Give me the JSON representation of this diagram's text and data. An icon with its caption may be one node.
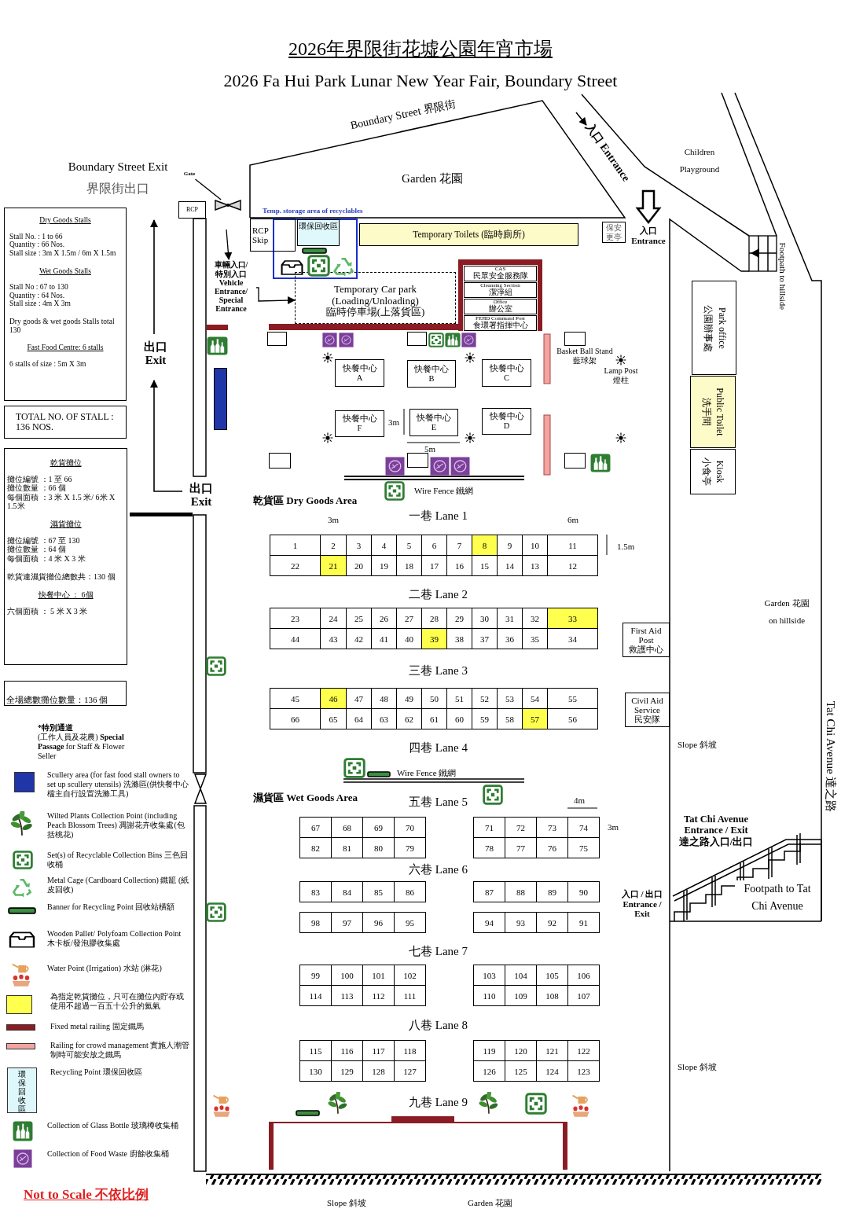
{
  "diagram": {
    "title": "2026年界限街花墟公園年宵市場",
    "nodes": [
      {
        "text": [
          "Dry Goods Stalls",
          "Stall No. : 1 to 66",
          "Quantity : 66 Nos.",
          "Stall size : 3m X 1.5m / 6m X 1.5m",
          "Wet Goods Stalls",
          "Stall No : 67 to 130",
          "Quantity : 64 Nos.",
          "Stall size : 4m X 3m",
          "Dry goods & wet goods Stalls total 130",
          "Fast Food Centre: 6 stalls",
          "6 stalls of size : 5m X 3m"
        ]
      },
      {
        "text": [
          "TOTAL NO. OF STALL : 136 NOS."
        ]
      },
      {
        "text": [
          "乾貨攤位",
          "攤位編號 ：1 至 66",
          "攤位數量 ：66 個",
          "每個面積 ：3 米 X 1.5 米/ 6米 X 1.5米",
          "濕貨攤位",
          "攤位編號 ：67 至 130",
          "攤位數量 ：64 個",
          "每個面積 ：4 米 X 3 米",
          "乾貨連濕貨攤位總數共：130 個",
          "快餐中心 ： 6個",
          "六個面積 ： 5 米 X 3 米"
        ]
      },
      {
        "text": [
          "全場總數攤位數量：136 個"
        ]
      },
      {
        "text": [
          "Gate"
        ]
      },
      {
        "text": [],
        "shape": "picture"
      },
      {
        "text": [
          "RCP"
        ]
      },
      {
        "text": [
          "RCP Skip"
        ]
      },
      {
        "text": [
          "環保回收區"
        ]
      },
      {
        "text": [
          "Temporary Toilets (臨時廁所)"
        ]
      },
      {
        "text": [
          "保安更亭"
        ]
      },
      {
        "text": [
          "Temporary Car park (Loading/Unloading) 臨時停車場(上落貨區)"
        ]
      },
      {
        "text": [
          "CAS",
          "民眾安全服務隊"
        ]
      },
      {
        "text": [
          "Cleansing Section",
          "潔淨組"
        ]
      },
      {
        "text": [
          "Office",
          "辦公室"
        ]
      },
      {
        "text": [
          "FEHD Command Post",
          "食環署指揮中心"
        ]
      },
      {
        "text": [
          "快餐中心",
          "A"
        ]
      },
      {
        "text": [
          "快餐中心",
          "B"
        ]
      },
      {
        "text": [
          "快餐中心",
          "C"
        ]
      },
      {
        "text": [
          "快餐中心",
          "F"
        ]
      },
      {
        "text": [
          "快餐中心",
          "E"
        ]
      },
      {
        "text": [
          "快餐中心",
          "D"
        ]
      },
      {
        "text": [
          "Park office",
          "公園辦事處"
        ]
      },
      {
        "text": [
          "Public Toilet",
          "洗手間"
        ]
      },
      {
        "text": [
          "Kiosk",
          "小食亭"
        ]
      },
      {
        "text": [
          "First Aid Post 救護中心"
        ]
      },
      {
        "text": [
          "Civil Aid Service 民安隊"
        ]
      },
      {
        "text": [],
        "shape": "box"
      },
      {
        "text": [],
        "shape": "box"
      },
      {
        "text": [],
        "shape": "box",
        "beside": [
          "Basket Ball Stand 藍球架"
        ]
      },
      {
        "text": [],
        "shape": "box"
      },
      {
        "text": [],
        "shape": "box"
      },
      {
        "text": [],
        "shape": "box"
      },
      {
        "text": [
          "車輛入口/特別入口 Vehicle Entrance/ Special Entrance"
        ]
      },
      {
        "text": [],
        "shape": "box"
      }
    ],
    "edges": [
      {
        "from": 4,
        "to": 5,
        "arrow": "none"
      },
      {
        "from": 33,
        "to": 11,
        "arrow": "to"
      },
      {
        "from": null,
        "to": 33,
        "arrow": "to"
      }
    ],
    "labels": [
      "2026 Fa Hui Park Lunar New Year Fair, Boundary Street",
      "Boundary Street 界限街",
      "Boundary Street Exit",
      "界限街出口",
      "Garden 花園",
      "入口 Entrance",
      "Children Playground",
      "Temp. storage area of recyclables",
      "入口 Entrance",
      "Footpath to hillside",
      "出口 Exit",
      "Lamp Post 燈柱",
      "3m",
      "5m",
      "出口 Exit",
      "乾貨區 Dry Goods Area",
      "Wire Fence 鐵網",
      "一巷 Lane 1",
      "3m",
      "6m",
      "1",
      "2",
      "3",
      "4",
      "5",
      "6",
      "7",
      "8",
      "9",
      "10",
      "11",
      "1.5m",
      "22",
      "21",
      "20",
      "19",
      "18",
      "17",
      "16",
      "15",
      "14",
      "13",
      "12",
      "Garden 花園 on hillside",
      "二巷 Lane 2",
      "23",
      "24",
      "25",
      "26",
      "27",
      "28",
      "29",
      "30",
      "31",
      "32",
      "33",
      "44",
      "43",
      "42",
      "41",
      "40",
      "39",
      "38",
      "37",
      "36",
      "35",
      "34",
      "三巷 Lane 3",
      "45",
      "46",
      "47",
      "48",
      "49",
      "50",
      "51",
      "52",
      "53",
      "54",
      "55",
      "66",
      "65",
      "64",
      "63",
      "62",
      "61",
      "60",
      "59",
      "58",
      "57",
      "56",
      "Slope 斜坡",
      "四巷 Lane 4",
      "Wire Fence 鐵網",
      "Tat Chi Avenue 達之路",
      "濕貨區 Wet Goods Area",
      "五巷 Lane 5",
      "4m",
      "67",
      "68",
      "69",
      "70",
      "71",
      "72",
      "73",
      "74",
      "3m",
      "82",
      "81",
      "80",
      "79",
      "78",
      "77",
      "76",
      "75",
      "Tat Chi Avenue Entrance / Exit 達之路入口/出口",
      "六巷 Lane 6",
      "83",
      "84",
      "85",
      "86",
      "87",
      "88",
      "89",
      "90",
      "98",
      "97",
      "96",
      "95",
      "94",
      "93",
      "92",
      "91",
      "入口 / 出口 Entrance / Exit",
      "Footpath to Tat Chi Avenue",
      "七巷 Lane 7",
      "99",
      "100",
      "101",
      "102",
      "103",
      "104",
      "105",
      "106",
      "114",
      "113",
      "112",
      "111",
      "110",
      "109",
      "108",
      "107",
      "Slope 斜坡",
      "八巷 Lane 8",
      "115",
      "116",
      "117",
      "118",
      "119",
      "120",
      "121",
      "122",
      "130",
      "129",
      "128",
      "127",
      "126",
      "125",
      "124",
      "123",
      "九巷 Lane 9",
      "*特別通道",
      "(工作人員及花農) **Special Passage** for Staff & Flower Seller",
      "Not to Scale 不依比例",
      "Slope 斜坡",
      "Garden 花園",
      "環保回收區"
    ],
    "legend": [
      {
        "text": "Scullery area (for fast food stall owners to set up scullery utensils) 洗滌區(供快餐中心檔主自行設置洗滌工具)",
        "color": "#1f35a8"
      },
      {
        "text": "Wilted Plants Collection Point (including Peach Blossom Trees) 凋謝花卉收集處(包括桃花)"
      },
      {
        "text": "Set(s) of Recyclable Collection Bins 三色回收桶"
      },
      {
        "text": "Metal Cage (Cardboard Collection) 鐵籠 (紙皮回收)"
      },
      {
        "text": "Banner for Recycling Point 回收站橫額"
      },
      {
        "text": "Wooden Pallet/ Polyfoam Collection Point 木卡板/發泡膠收集處"
      },
      {
        "text": "Water Point (Irrigation) 水站 (淋花)"
      },
      {
        "text": "為指定乾貨攤位，只可在攤位內貯存或使用不超過一百五十公升的氦氣",
        "color": "#ffff4d"
      },
      {
        "text": "Fixed metal railing 固定鐵馬",
        "color": "#8b1c24"
      },
      {
        "text": "Railing for crowd management 實施人潮管制時可能安放之鐵馬",
        "color": "#f2a5a0"
      },
      {
        "text": "Recycling Point 環保回收區",
        "color": "#ddf7fb"
      },
      {
        "text": "Collection of Glass Bottle 玻璃樽收集桶"
      },
      {
        "text": "Collection of Food Waste 廚餘收集桶"
      }
    ]
  }
}
